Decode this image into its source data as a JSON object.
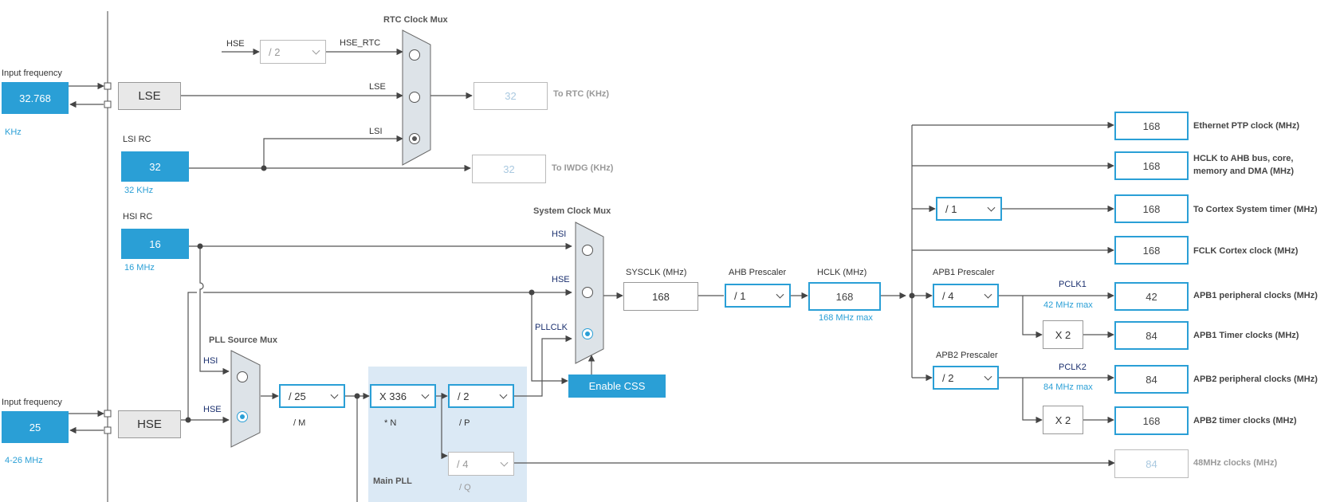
{
  "left": {
    "lse_input_label": "Input frequency",
    "lse_input_value": "32.768",
    "lse_unit": "KHz",
    "lse_box": "LSE",
    "lsi_label": "LSI RC",
    "lsi_value": "32",
    "lsi_note": "32 KHz",
    "hsi_label": "HSI RC",
    "hsi_value": "16",
    "hsi_note": "16 MHz",
    "hse_input_label": "Input frequency",
    "hse_input_value": "25",
    "hse_range": "4-26 MHz",
    "hse_box": "HSE"
  },
  "rtc": {
    "title": "RTC Clock Mux",
    "hse_in": "HSE",
    "div": "/ 2",
    "hse_rtc": "HSE_RTC",
    "lse": "LSE",
    "lsi": "LSI",
    "to_rtc_value": "32",
    "to_rtc_label": "To RTC (KHz)",
    "to_iwdg_value": "32",
    "to_iwdg_label": "To IWDG (KHz)"
  },
  "sysmux": {
    "title": "System Clock Mux",
    "hsi": "HSI",
    "hse": "HSE",
    "pllclk": "PLLCLK",
    "enable_css": "Enable CSS"
  },
  "pll": {
    "title": "PLL Source Mux",
    "hsi": "HSI",
    "hse": "HSE",
    "m_value": "/ 25",
    "m_label": "/ M",
    "n_value": "X 336",
    "n_label": "* N",
    "p_value": "/ 2",
    "p_label": "/ P",
    "q_value": "/ 4",
    "q_label": "/ Q",
    "main_pll": "Main PLL"
  },
  "bus": {
    "sysclk_label": "SYSCLK (MHz)",
    "sysclk_value": "168",
    "ahb_label": "AHB Prescaler",
    "ahb_value": "/ 1",
    "hclk_label": "HCLK (MHz)",
    "hclk_value": "168",
    "hclk_max": "168 MHz max",
    "cortex_div": "/ 1",
    "apb1_label": "APB1 Prescaler",
    "apb1_value": "/ 4",
    "pclk1": "PCLK1",
    "pclk1_max": "42 MHz max",
    "apb1_mult": "X 2",
    "apb2_label": "APB2 Prescaler",
    "apb2_value": "/ 2",
    "pclk2": "PCLK2",
    "pclk2_max": "84 MHz max",
    "apb2_mult": "X 2"
  },
  "outputs": [
    {
      "value": "168",
      "label": "Ethernet PTP clock (MHz)"
    },
    {
      "value": "168",
      "label": "HCLK to AHB bus, core,",
      "label2": "memory and DMA (MHz)"
    },
    {
      "value": "168",
      "label": "To Cortex System timer (MHz)"
    },
    {
      "value": "168",
      "label": "FCLK Cortex clock (MHz)"
    },
    {
      "value": "42",
      "label": "APB1 peripheral clocks (MHz)"
    },
    {
      "value": "84",
      "label": "APB1 Timer clocks (MHz)"
    },
    {
      "value": "84",
      "label": "APB2 peripheral clocks (MHz)"
    },
    {
      "value": "168",
      "label": "APB2 timer clocks (MHz)"
    },
    {
      "value": "84",
      "label": "48MHz clocks (MHz)"
    }
  ]
}
